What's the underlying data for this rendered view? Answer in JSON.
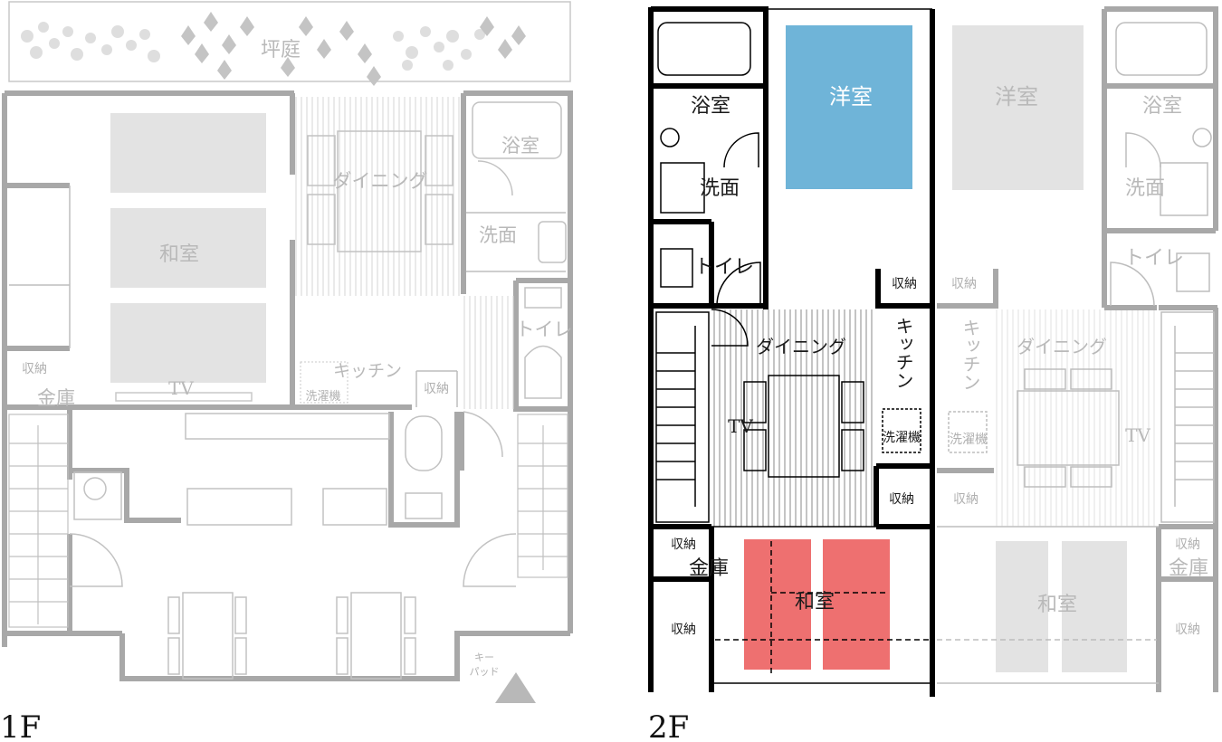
{
  "floors": {
    "first": {
      "title": "1F",
      "rooms": {
        "tsuboniwa": "坪庭",
        "washitsu": "和室",
        "dining": "ダイニング",
        "bath": "浴室",
        "washroom": "洗面",
        "toilet": "トイレ",
        "kitchen": "キッチン",
        "washer": "洗濯機",
        "storage_kitchen": "収納",
        "storage_left": "収納",
        "safe": "金庫",
        "tv": "TV",
        "keypad_line1": "キー",
        "keypad_line2": "パッド"
      }
    },
    "second": {
      "title": "2F",
      "left_unit": {
        "bath": "浴室",
        "washroom": "洗面",
        "toilet": "トイレ",
        "yoshitsu": "洋室",
        "storage_top": "収納",
        "dining": "ダイニング",
        "kitchen": "キッチン",
        "tv": "TV",
        "washer": "洗濯機",
        "storage_mid": "収納",
        "storage_safe": "収納",
        "safe": "金庫",
        "storage_bottom": "収納",
        "washitsu": "和室"
      },
      "right_unit": {
        "yoshitsu": "洋室",
        "bath": "浴室",
        "washroom": "洗面",
        "toilet": "トイレ",
        "storage_top": "収納",
        "kitchen": "キッチン",
        "dining": "ダイニング",
        "washer": "洗濯機",
        "tv": "TV",
        "storage_mid": "収納",
        "storage_safe": "収納",
        "safe": "金庫",
        "storage_bottom": "収納",
        "washitsu": "和室"
      }
    }
  },
  "colors": {
    "wall_gray": "#a8a8a8",
    "wall_black": "#000000",
    "tatami_gray": "#e3e3e3",
    "yoshitsu_blue": "#6fb4d8",
    "washitsu_red": "#ee7070"
  }
}
